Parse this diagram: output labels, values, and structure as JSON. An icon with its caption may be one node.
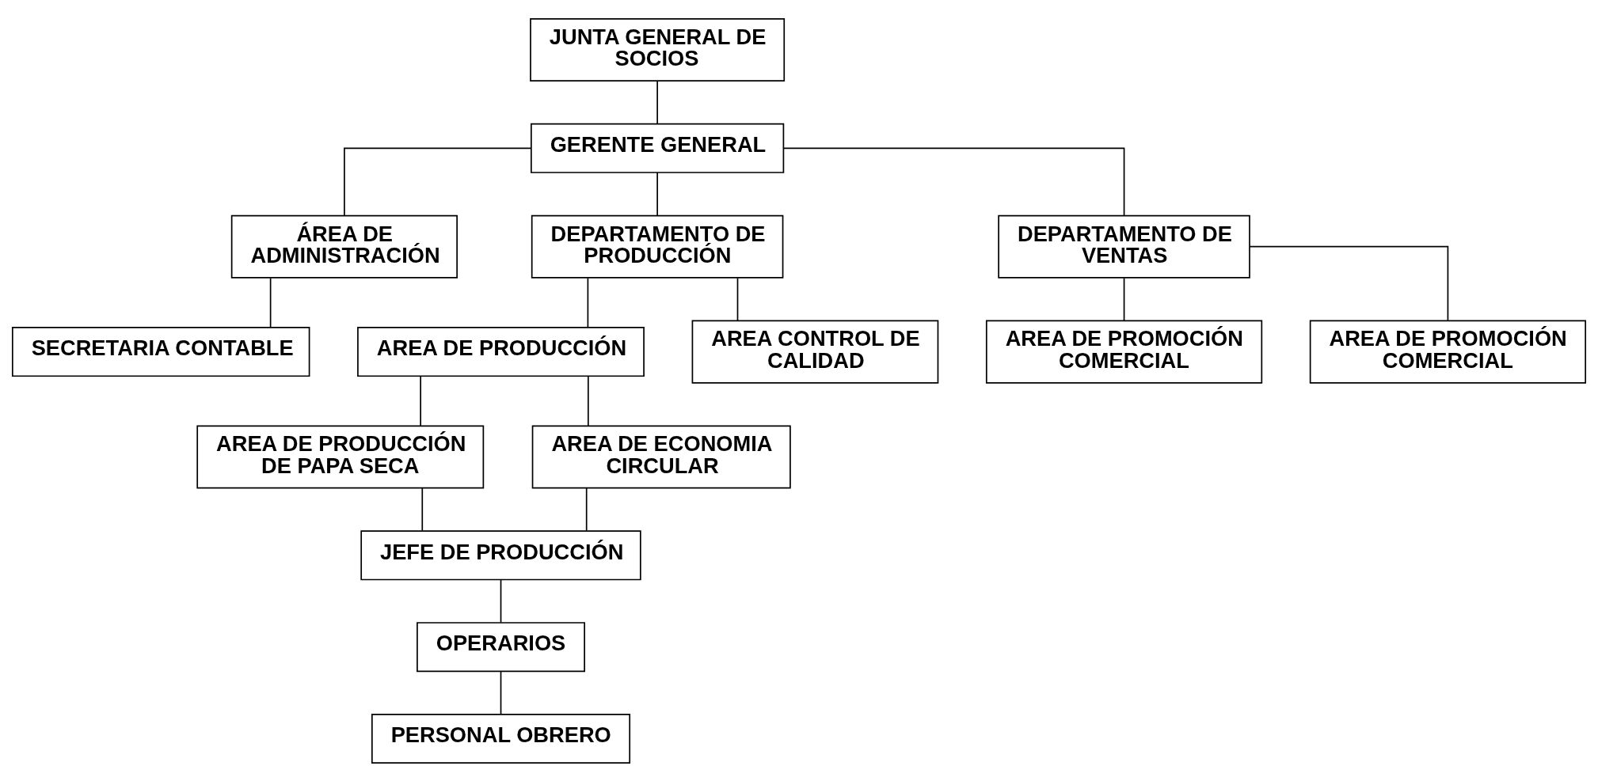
{
  "diagram": {
    "nodes": [
      {
        "text": [
          "JUNTA GENERAL DE SOCIOS"
        ]
      },
      {
        "text": [
          "GERENTE GENERAL"
        ]
      },
      {
        "text": [
          "ÁREA DE ADMINISTRACIÓN"
        ]
      },
      {
        "text": [
          "DEPARTAMENTO DE PRODUCCIÓN"
        ]
      },
      {
        "text": [
          "DEPARTAMENTO DE VENTAS"
        ]
      },
      {
        "text": [
          "SECRETARIA CONTABLE"
        ]
      },
      {
        "text": [
          "AREA DE PRODUCCIÓN"
        ]
      },
      {
        "text": [
          "AREA CONTROL DE CALIDAD"
        ]
      },
      {
        "text": [
          "AREA DE PROMOCIÓN COMERCIAL"
        ]
      },
      {
        "text": [
          "AREA DE PROMOCIÓN COMERCIAL"
        ]
      },
      {
        "text": [
          "AREA DE PRODUCCIÓN DE PAPA SECA"
        ]
      },
      {
        "text": [
          "AREA DE ECONOMIA CIRCULAR"
        ]
      },
      {
        "text": [
          "JEFE DE PRODUCCIÓN"
        ]
      },
      {
        "text": [
          "OPERARIOS"
        ]
      },
      {
        "text": [
          "PERSONAL OBRERO"
        ]
      }
    ],
    "edges": [
      {
        "from": 0,
        "to": 1,
        "arrow": "none"
      },
      {
        "from": 1,
        "to": 2,
        "arrow": "none"
      },
      {
        "from": 1,
        "to": 3,
        "arrow": "none"
      },
      {
        "from": 1,
        "to": 4,
        "arrow": "none"
      },
      {
        "from": 2,
        "to": 5,
        "arrow": "none"
      },
      {
        "from": 3,
        "to": 6,
        "arrow": "none"
      },
      {
        "from": 3,
        "to": 7,
        "arrow": "none"
      },
      {
        "from": 4,
        "to": 8,
        "arrow": "none"
      },
      {
        "from": 4,
        "to": 9,
        "arrow": "none"
      },
      {
        "from": 6,
        "to": 10,
        "arrow": "none"
      },
      {
        "from": 6,
        "to": 11,
        "arrow": "none"
      },
      {
        "from": 10,
        "to": 12,
        "arrow": "none"
      },
      {
        "from": 11,
        "to": 12,
        "arrow": "none"
      },
      {
        "from": 12,
        "to": 13,
        "arrow": "none"
      },
      {
        "from": 13,
        "to": 14,
        "arrow": "none"
      }
    ]
  }
}
